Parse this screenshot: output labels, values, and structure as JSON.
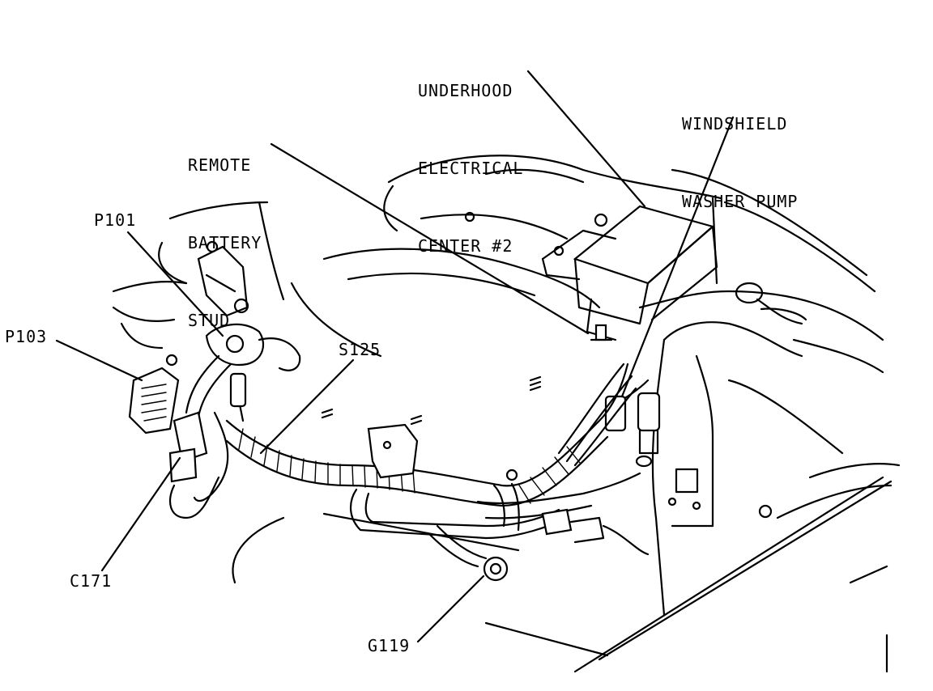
{
  "labels": {
    "underhood_line1": "UNDERHOOD",
    "underhood_line2": "ELECTRICAL",
    "underhood_line3": "CENTER #2",
    "washer_line1": "WINDSHIELD",
    "washer_line2": "WASHER PUMP",
    "battery_line1": "REMOTE",
    "battery_line2": "BATTERY",
    "battery_line3": "STUD",
    "p101": "P101",
    "p103": "P103",
    "s125": "S125",
    "c171": "C171",
    "g119": "G119"
  },
  "colors": {
    "ink": "#000000",
    "paper": "#ffffff"
  }
}
